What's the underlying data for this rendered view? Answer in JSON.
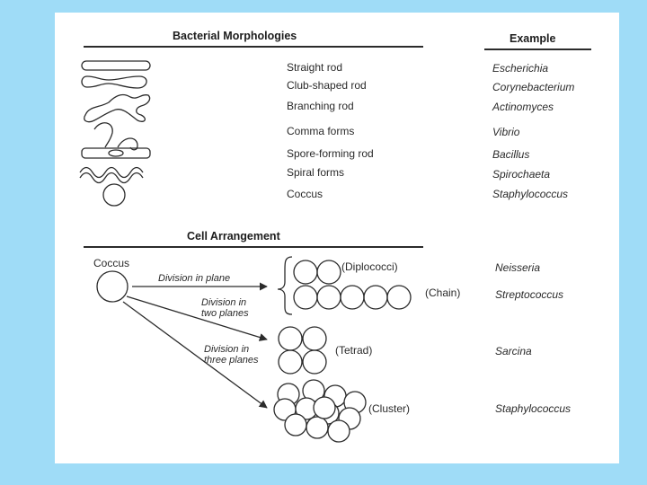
{
  "morphology": {
    "header": "Bacterial Morphologies",
    "example_header": "Example",
    "rows": [
      {
        "name": "Straight rod",
        "example": "Escherichia"
      },
      {
        "name": "Club-shaped rod",
        "example": "Corynebacterium"
      },
      {
        "name": "Branching rod",
        "example": "Actinomyces"
      },
      {
        "name": "Comma forms",
        "example": "Vibrio"
      },
      {
        "name": "Spore-forming rod",
        "example": "Bacillus"
      },
      {
        "name": "Spiral forms",
        "example": "Spirochaeta"
      },
      {
        "name": "Coccus",
        "example": "Staphylococcus"
      }
    ]
  },
  "arrangement": {
    "header": "Cell Arrangement",
    "source_label": "Coccus",
    "divisions": [
      "Division in plane",
      "Division in two planes",
      "Division in three planes"
    ],
    "types": [
      {
        "label": "(Diplococci)",
        "example": "Neisseria"
      },
      {
        "label": "(Chain)",
        "example": "Streptococcus"
      },
      {
        "label": "(Tetrad)",
        "example": "Sarcina"
      },
      {
        "label": "(Cluster)",
        "example": "Staphylococcus"
      }
    ]
  }
}
